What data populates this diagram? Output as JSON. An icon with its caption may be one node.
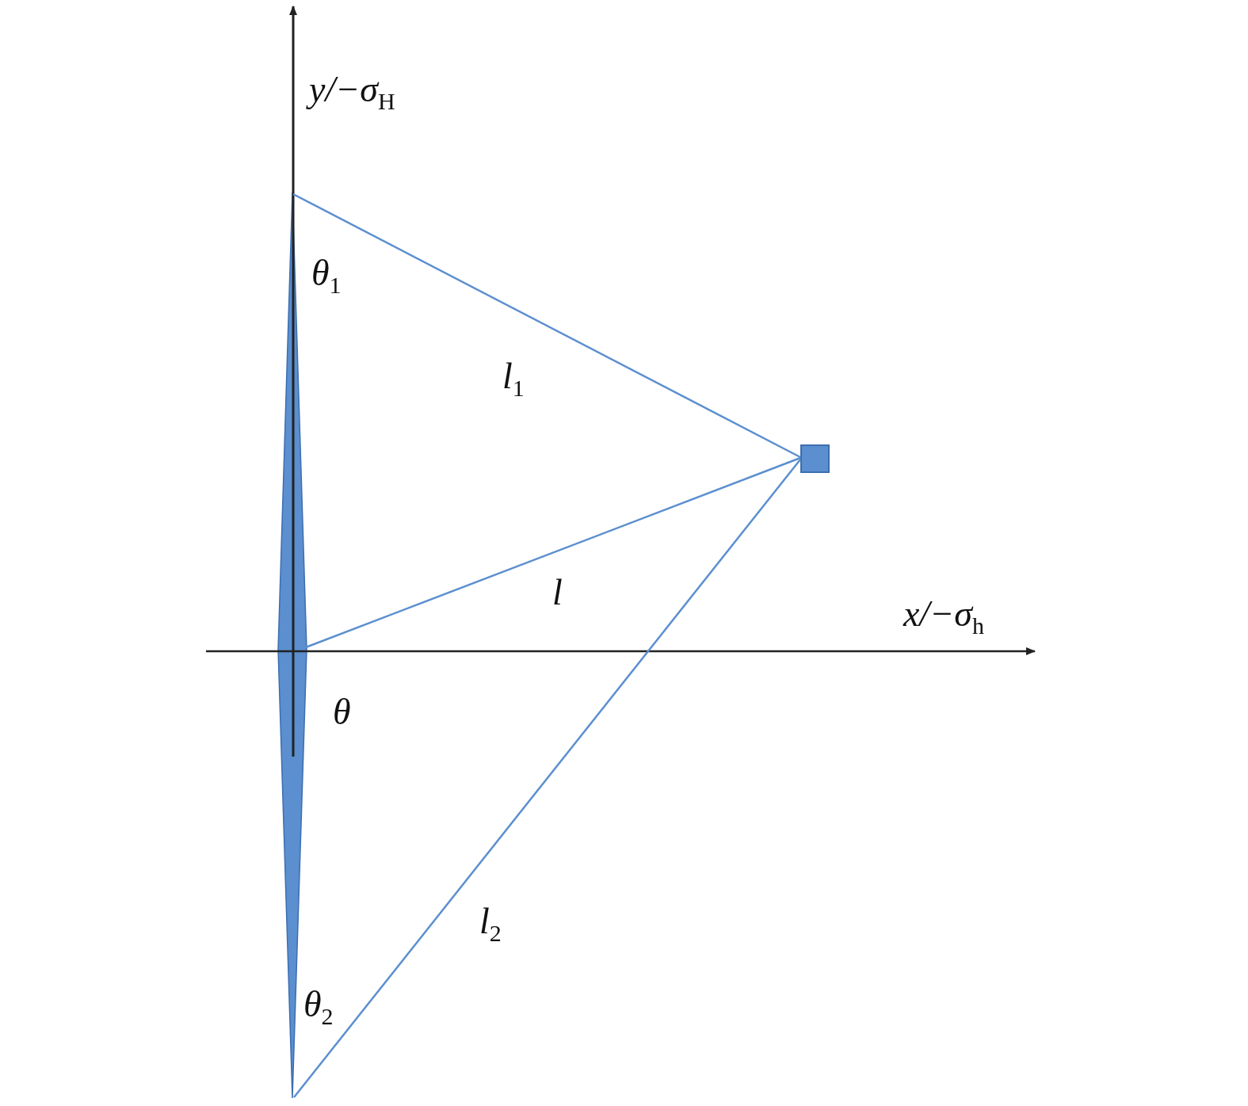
{
  "diagram": {
    "nodes": [
      {
        "text": [],
        "shape": "diamond"
      },
      {
        "text": [],
        "shape": "box"
      }
    ],
    "edges": [
      {
        "from": 0,
        "to": 1,
        "arrow": "none",
        "label": "l$_{1}$"
      },
      {
        "from": 0,
        "to": 1,
        "arrow": "none",
        "label": "l"
      },
      {
        "from": 0,
        "to": 1,
        "arrow": "none",
        "label": "l$_{2}$"
      }
    ],
    "labels": [
      "y/−σ$_{H}$",
      "θ$_{1}$",
      "x/−σ$_{h}$",
      "θ",
      "θ$_{2}$"
    ]
  }
}
